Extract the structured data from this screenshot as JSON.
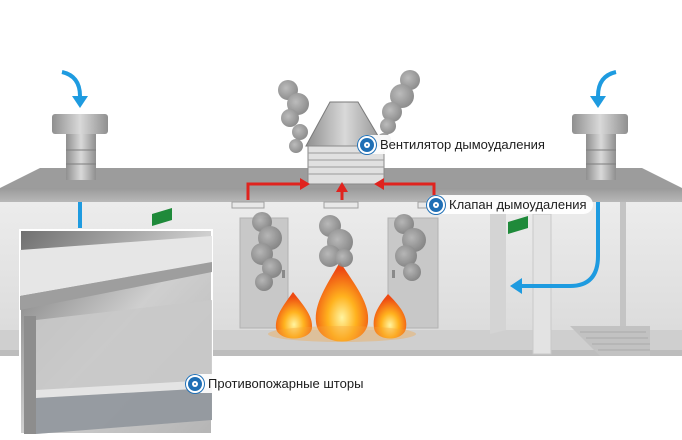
{
  "labels": {
    "fan": "Вентилятор дымоудаления",
    "valve": "Клапан дымоудаления",
    "curtains": "Противопожарные шторы"
  },
  "colors": {
    "air_flow": "#1e9be0",
    "smoke_flow": "#e0231e",
    "marker": "#1f6fb5",
    "exit_sign": "#1f8a3a",
    "fire": "#f59a1b"
  },
  "icons": [
    "intake-arrow-icon",
    "smoke-arrow-icon",
    "exit-sign-icon",
    "marker-icon"
  ]
}
